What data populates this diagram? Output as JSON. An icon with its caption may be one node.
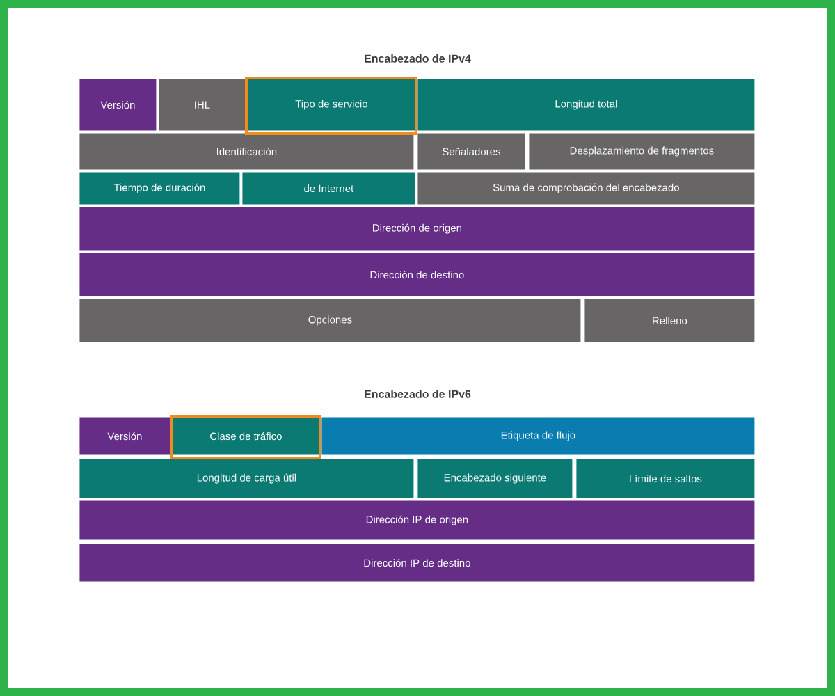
{
  "diagram": {
    "nodes": [
      {
        "text": [
          "Versión"
        ]
      },
      {
        "text": [
          "IHL"
        ]
      },
      {
        "text": [
          "Tipo de servicio"
        ]
      },
      {
        "text": [
          "Longitud total"
        ]
      },
      {
        "text": [
          "Identificación"
        ]
      },
      {
        "text": [
          "Señaladores"
        ]
      },
      {
        "text": [
          "Desplazamiento de fragmentos"
        ]
      },
      {
        "text": [
          "Tiempo de duración"
        ]
      },
      {
        "text": [
          "de Internet"
        ]
      },
      {
        "text": [
          "Suma de comprobación del encabezado"
        ]
      },
      {
        "text": [
          "Dirección de origen"
        ]
      },
      {
        "text": [
          "Dirección de destino"
        ]
      },
      {
        "text": [
          "Opciones"
        ]
      },
      {
        "text": [
          "Relleno"
        ]
      },
      {
        "text": [
          "Versión"
        ]
      },
      {
        "text": [
          "Clase de tráfico"
        ]
      },
      {
        "text": [
          "Etiqueta de flujo"
        ]
      },
      {
        "text": [
          "Longitud de carga útil"
        ]
      },
      {
        "text": [
          "Encabezado siguiente"
        ]
      },
      {
        "text": [
          "Límite de saltos"
        ]
      },
      {
        "text": [
          "Dirección IP de origen"
        ]
      },
      {
        "text": [
          "Dirección IP de destino"
        ]
      }
    ],
    "labels": [
      "Encabezado de IPv4",
      "Encabezado de IPv6"
    ]
  }
}
